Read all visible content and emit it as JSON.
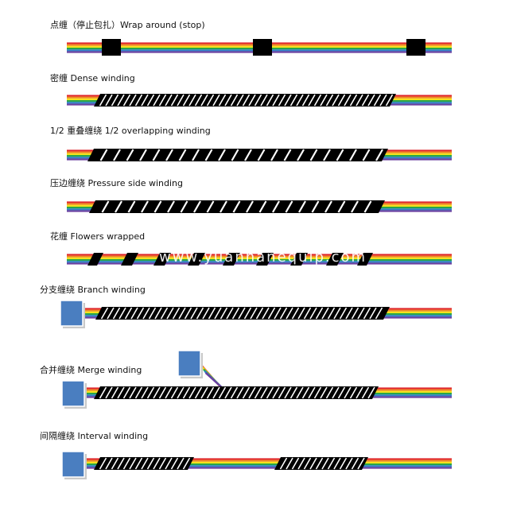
{
  "watermark": "www.yuanhanequip.com",
  "cable_colors": [
    "#e0262b",
    "#f08a1e",
    "#f2e21c",
    "#27a64a",
    "#2e7fc4",
    "#6a3fa0"
  ],
  "wrap_color": "#000000",
  "connector_color": "#4a7ec0",
  "sections": [
    {
      "id": "wrap-around",
      "label": "点缠（停止包扎）Wrap around (stop)"
    },
    {
      "id": "dense",
      "label": "密缠 Dense winding"
    },
    {
      "id": "half-overlap",
      "label": "1/2 重叠缠绕 1/2 overlapping winding"
    },
    {
      "id": "pressure-side",
      "label": "压边缠绕 Pressure side winding"
    },
    {
      "id": "flowers",
      "label": "花缠 Flowers wrapped"
    },
    {
      "id": "branch",
      "label": "分支缠绕 Branch winding"
    },
    {
      "id": "merge",
      "label": "合并缠绕 Merge winding"
    },
    {
      "id": "interval",
      "label": "间隔缠绕 Interval winding"
    }
  ]
}
